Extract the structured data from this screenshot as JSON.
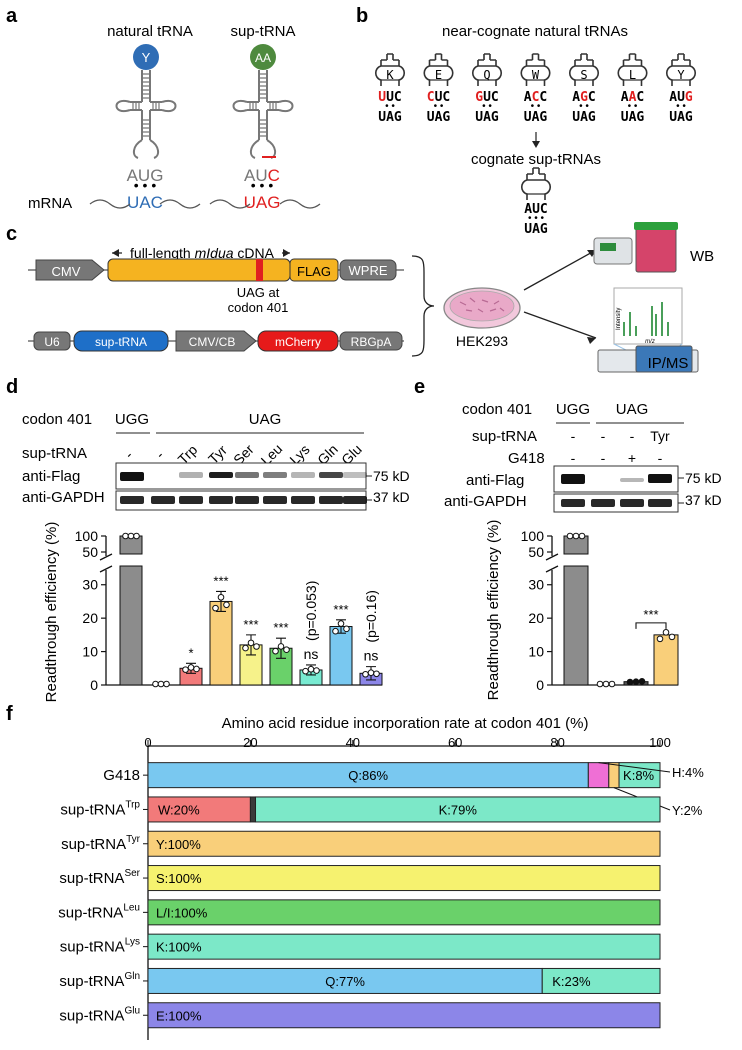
{
  "panel_labels": {
    "a": "a",
    "b": "b",
    "c": "c",
    "d": "d",
    "e": "e",
    "f": "f"
  },
  "panel_a": {
    "natural_title": "natural tRNA",
    "sup_title": "sup-tRNA",
    "natural_aa": "Y",
    "sup_aa": "AA",
    "mrna_label": "mRNA",
    "natural_anticodon": "AUG",
    "natural_codon": "UAC",
    "sup_anticodon_base": "AU",
    "sup_anticodon_red": "C",
    "sup_codon": "UAG",
    "colors": {
      "natural": "#2f6db5",
      "sup": "#4e8a3e",
      "red": "#e02020"
    }
  },
  "panel_b": {
    "title": "near-cognate natural tRNAs",
    "trnas": [
      {
        "aa": "K",
        "anticodon": [
          "U",
          "U",
          "C"
        ],
        "red": 0
      },
      {
        "aa": "E",
        "anticodon": [
          "C",
          "U",
          "C"
        ],
        "red": 0
      },
      {
        "aa": "Q",
        "anticodon": [
          "G",
          "U",
          "C"
        ],
        "red": 0
      },
      {
        "aa": "W",
        "anticodon": [
          "A",
          "C",
          "C"
        ],
        "red": 1
      },
      {
        "aa": "S",
        "anticodon": [
          "A",
          "G",
          "C"
        ],
        "red": 1
      },
      {
        "aa": "L",
        "anticodon": [
          "A",
          "A",
          "C"
        ],
        "red": 1
      },
      {
        "aa": "Y",
        "anticodon": [
          "A",
          "U",
          "G"
        ],
        "red": 2
      }
    ],
    "codon": "UAG",
    "cognate_label": "cognate sup-tRNAs",
    "cognate_anticodon": "AUC"
  },
  "panel_c": {
    "full_length_pre": "full-length ",
    "full_length_italic": "mIdua",
    "full_length_post": " cDNA",
    "construct1": [
      "CMV",
      "FLAG",
      "WPRE"
    ],
    "uag_line1": "UAG at",
    "uag_line2": "codon 401",
    "construct2": [
      "U6",
      "sup-tRNA",
      "CMV/CB",
      "mCherry",
      "RBGpA"
    ],
    "cell_label": "HEK293",
    "wb_label": "WB",
    "ipms_label": "IP/MS",
    "intensity_label": "Intensity",
    "mz_label": "m/z"
  },
  "panel_d": {
    "codon_label": "codon 401",
    "sup_label": "sup-tRNA",
    "ugg": "UGG",
    "uag": "UAG",
    "lanes": [
      "-",
      "-",
      "Trp",
      "Tyr",
      "Ser",
      "Leu",
      "Lys",
      "Gln",
      "Glu"
    ],
    "anti_flag": "anti-Flag",
    "anti_gapdh": "anti-GAPDH",
    "kd75": "75 kD",
    "kd37": "37 kD",
    "ylabel": "Readthrough efficiency (%)",
    "yticks": [
      "0",
      "10",
      "20",
      "30",
      "100",
      "50"
    ],
    "sig": [
      "",
      "",
      "*",
      "***",
      "***",
      "***",
      "ns",
      "***",
      "ns"
    ],
    "pvals": [
      "",
      "",
      "",
      "",
      "",
      "",
      "(p=0.053)",
      "",
      "(p=0.16)"
    ]
  },
  "panel_e": {
    "codon_label": "codon 401",
    "sup_label": "sup-tRNA",
    "g418_label": "G418",
    "ugg": "UGG",
    "uag": "UAG",
    "sup_row": [
      "-",
      "-",
      "-",
      "Tyr"
    ],
    "g418_row": [
      "-",
      "-",
      "+",
      "-"
    ],
    "anti_flag": "anti-Flag",
    "anti_gapdh": "anti-GAPDH",
    "kd75": "75 kD",
    "kd37": "37 kD",
    "ylabel": "Readthrough efficiency (%)",
    "sig": "***"
  },
  "chart_data": [
    {
      "type": "bar",
      "categories": [
        "UGG",
        "UAG",
        "Trp",
        "Tyr",
        "Ser",
        "Leu",
        "Lys",
        "Gln",
        "Glu"
      ],
      "values": [
        100,
        0,
        5,
        25,
        12,
        11,
        4.5,
        17.5,
        3.5
      ],
      "errors": [
        0,
        0,
        1.5,
        3,
        3,
        3,
        1.5,
        2,
        2
      ],
      "colors": [
        "#8c8c8c",
        "#ffffff",
        "#f27a7a",
        "#f9cf7a",
        "#f6f28a",
        "#6ad16a",
        "#78ead1",
        "#79c8f0",
        "#8c86e8"
      ],
      "ylabel": "Readthrough efficiency (%)",
      "ylim": [
        0,
        100
      ],
      "axis_break": true
    },
    {
      "type": "bar",
      "categories": [
        "UGG",
        "UAG",
        "G418",
        "Tyr"
      ],
      "values": [
        100,
        0,
        1,
        15
      ],
      "colors": [
        "#8c8c8c",
        "#ffffff",
        "#555555",
        "#f9cf7a"
      ],
      "ylabel": "Readthrough efficiency (%)",
      "ylim": [
        0,
        100
      ],
      "axis_break": true
    },
    {
      "type": "bar",
      "title": "Amino acid residue incorporation rate at codon 401 (%)",
      "xticks": [
        "0",
        "20",
        "40",
        "60",
        "80",
        "100"
      ],
      "rows": [
        {
          "base": "G418",
          "sup": "",
          "segments": [
            {
              "aa": "Q",
              "label": "Q:86%",
              "value": 86,
              "color": "#79c8f0"
            },
            {
              "aa": "H",
              "label": "",
              "value": 4,
              "color": "#ef6fd5"
            },
            {
              "aa": "Y",
              "label": "",
              "value": 2,
              "color": "#f9cf7a"
            },
            {
              "aa": "K",
              "label": "K:8%",
              "value": 8,
              "color": "#7ce8c8"
            }
          ]
        },
        {
          "base": "sup-tRNA",
          "sup": "Trp",
          "segments": [
            {
              "aa": "W",
              "label": "W:20%",
              "value": 20,
              "color": "#f27a7a"
            },
            {
              "aa": "x",
              "label": "",
              "value": 1,
              "color": "#3a3a3a"
            },
            {
              "aa": "K",
              "label": "K:79%",
              "value": 79,
              "color": "#7ce8c8"
            }
          ]
        },
        {
          "base": "sup-tRNA",
          "sup": "Tyr",
          "segments": [
            {
              "aa": "Y",
              "label": "Y:100%",
              "value": 100,
              "color": "#f9cf7a"
            }
          ]
        },
        {
          "base": "sup-tRNA",
          "sup": "Ser",
          "segments": [
            {
              "aa": "S",
              "label": "S:100%",
              "value": 100,
              "color": "#f6f26f"
            }
          ]
        },
        {
          "base": "sup-tRNA",
          "sup": "Leu",
          "segments": [
            {
              "aa": "L/I",
              "label": "L/I:100%",
              "value": 100,
              "color": "#6ad16a"
            }
          ]
        },
        {
          "base": "sup-tRNA",
          "sup": "Lys",
          "segments": [
            {
              "aa": "K",
              "label": "K:100%",
              "value": 100,
              "color": "#7ce8c8"
            }
          ]
        },
        {
          "base": "sup-tRNA",
          "sup": "Gln",
          "segments": [
            {
              "aa": "Q",
              "label": "Q:77%",
              "value": 77,
              "color": "#79c8f0"
            },
            {
              "aa": "K",
              "label": "K:23%",
              "value": 23,
              "color": "#7ce8c8"
            }
          ]
        },
        {
          "base": "sup-tRNA",
          "sup": "Glu",
          "segments": [
            {
              "aa": "E",
              "label": "E:100%",
              "value": 100,
              "color": "#8c86e8"
            }
          ]
        }
      ],
      "callouts": {
        "h": "H:4%",
        "y": "Y:2%"
      }
    }
  ]
}
